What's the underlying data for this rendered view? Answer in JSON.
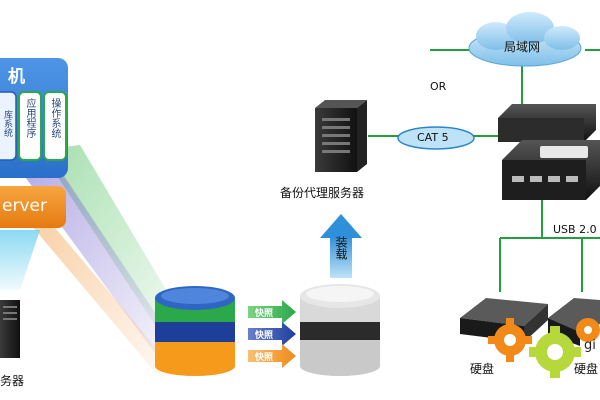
{
  "host_panel": {
    "title": "机",
    "app_label": "应用程序",
    "os_label": "操作系统",
    "partial_label": "库系统"
  },
  "server_bar": {
    "label": "erver"
  },
  "left_server_label": "务器",
  "storage": {
    "snapshots": [
      "快照",
      "快照",
      "快照"
    ]
  },
  "backup_proxy": {
    "label": "备份代理服务器"
  },
  "load_arrow": {
    "label": "装载"
  },
  "network": {
    "cloud_label": "局域网",
    "or_label": "OR",
    "cat5_label": "CAT 5",
    "usb_label": "USB 2.0"
  },
  "disks": {
    "left_label": "硬盘",
    "right_label": "硬盘",
    "gear_text": "gi"
  },
  "colors": {
    "panel_blue": "#3b82d8",
    "server_orange": "#f08a1c",
    "green_line": "#22a03c",
    "cloud_blue": "#8ec8ee",
    "db_green": "#2aa84a",
    "db_navy": "#1d3f9a",
    "db_orange": "#f59a1a",
    "arrow_blue": "#3aa0e0"
  }
}
